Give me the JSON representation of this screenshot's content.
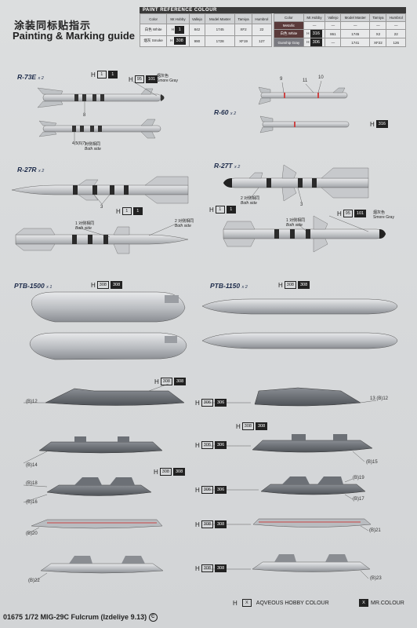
{
  "header": {
    "title_cn": "涂装同标贴指示",
    "title_en": "Painting & Marking guide"
  },
  "ref_table": {
    "heading": "PAINT REFERENCE COLOUR",
    "columns": [
      "Color",
      "Mr.Hobby",
      "Vallejo",
      "Model Master",
      "Tamiya",
      "Humbrol"
    ],
    "left_rows": [
      {
        "color": "白色 White",
        "mrhobby": "1",
        "vallejo": "842",
        "mm": "1745",
        "tamiya": "XF2",
        "humbrol": "22"
      },
      {
        "color": "烟灰 Smoke",
        "mrhobby": "308",
        "vallejo": "990",
        "mm": "1728",
        "tamiya": "XF19",
        "humbrol": "127"
      }
    ],
    "right_rows": [
      {
        "color": "Metallic",
        "mrhobby": "—",
        "vallejo": "—",
        "mm": "—",
        "tamiya": "—",
        "humbrol": "—"
      },
      {
        "color": "白色 White",
        "mrhobby": "316",
        "vallejo": "861",
        "mm": "1745",
        "tamiya": "X2",
        "humbrol": "22"
      },
      {
        "color": "Gunship Gray",
        "mrhobby": "306",
        "vallejo": "—",
        "mm": "1741",
        "tamiya": "XF22",
        "humbrol": "126"
      }
    ]
  },
  "sections": {
    "r73e": "R-73E",
    "r73e_qty": "x 2",
    "r60": "R-60",
    "r60_qty": "x 2",
    "r27r": "R-27R",
    "r27r_qty": "x 2",
    "r27t": "R-27T",
    "r27t_qty": "x 2",
    "ptb1500": "PTB-1500",
    "ptb1500_qty": "x 1",
    "ptb1150": "PTB-1150",
    "ptb1150_qty": "x 2"
  },
  "notes": {
    "smoke_cn": "烟灰色",
    "smoke_en": "Smore Gray",
    "both_cn": "对侧相同",
    "both_en": "Both side",
    "r73_parts": "4(5(6(7)",
    "r27r_1": "1",
    "r27r_2": "2",
    "r27t_2": "2",
    "r27t_1": "1",
    "r73_8": "8",
    "r60_9": "9",
    "r60_11": "11",
    "r60_10": "10",
    "r27r_3": "3",
    "r27t_3": "3"
  },
  "codes": {
    "h": "H",
    "c1": "1",
    "c95": "95",
    "c101": "101",
    "c316": "316",
    "c308": "308",
    "c306": "306"
  },
  "pylon_labels": {
    "b12l": "(B)12",
    "b12r": "13 (B)12",
    "b14": "(B)14",
    "b15": "(B)15",
    "b18": "(B)18",
    "b16": "(B)16",
    "b19": "(B)19",
    "b17": "(B)17",
    "b20": "(B)20",
    "b21": "(B)21",
    "b22": "(B)22",
    "b23": "(B)23"
  },
  "footer": {
    "product": "01675 1/72 MIG-29C Fulcrum (Izdeliye 9.13)",
    "h_box": "X",
    "aqueous": "AQVEOUS HOBBY COLOUR",
    "mr_box": "X",
    "mr": "MR.COLOUR"
  }
}
